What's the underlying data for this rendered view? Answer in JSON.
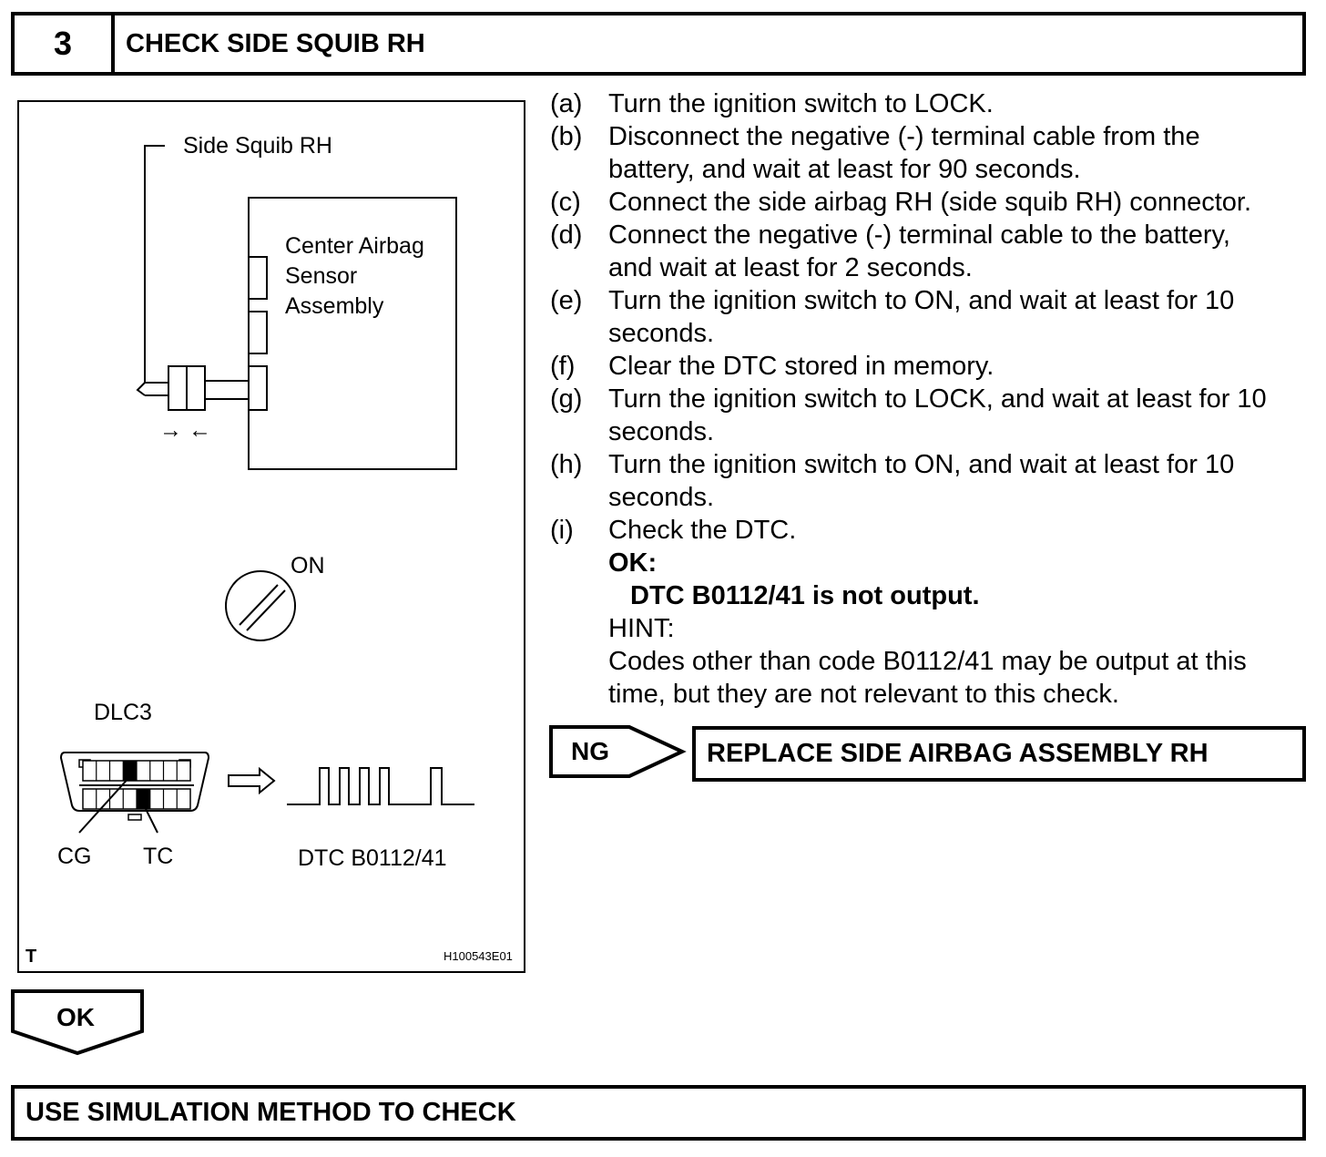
{
  "step": {
    "number": "3",
    "title": "CHECK SIDE SQUIB RH"
  },
  "figure": {
    "label_squib": "Side Squib RH",
    "label_sensor_line1": "Center Airbag",
    "label_sensor_line2": "Sensor",
    "label_sensor_line3": "Assembly",
    "label_arrows": "→ ←",
    "label_on": "ON",
    "label_dlc3": "DLC3",
    "label_cg": "CG",
    "label_tc": "TC",
    "label_dtc": "DTC B0112/41",
    "corner_letter": "T",
    "figure_id": "H100543E01"
  },
  "instructions": {
    "a": {
      "label": "(a)",
      "text": "Turn the ignition switch to LOCK."
    },
    "b": {
      "label": "(b)",
      "text1": "Disconnect the negative (-) terminal cable from the",
      "text2": "battery, and wait at least for 90 seconds."
    },
    "c": {
      "label": "(c)",
      "text": "Connect the side airbag RH (side squib RH) connector."
    },
    "d": {
      "label": "(d)",
      "text1": "Connect the negative (-) terminal cable to the battery,",
      "text2": "and wait at least for 2 seconds."
    },
    "e": {
      "label": "(e)",
      "text1": "Turn the ignition switch to ON, and wait at least for 10",
      "text2": "seconds."
    },
    "f": {
      "label": "(f)",
      "text": "Clear the DTC stored in memory."
    },
    "g": {
      "label": "(g)",
      "text1": "Turn the ignition switch to LOCK, and wait at least for 10",
      "text2": "seconds."
    },
    "h": {
      "label": "(h)",
      "text1": "Turn the ignition switch to ON, and wait at least for 10",
      "text2": "seconds."
    },
    "i": {
      "label": "(i)",
      "text": "Check the DTC."
    },
    "ok_label": "OK:",
    "ok_result": "DTC B0112/41 is not output.",
    "hint_label": "HINT:",
    "hint_text1": "Codes other than code B0112/41 may be output at this",
    "hint_text2": "time, but they are not relevant to this check."
  },
  "ng": {
    "label": "NG",
    "result": "REPLACE SIDE AIRBAG ASSEMBLY RH"
  },
  "ok": {
    "label": "OK",
    "result": "USE SIMULATION METHOD TO CHECK"
  }
}
